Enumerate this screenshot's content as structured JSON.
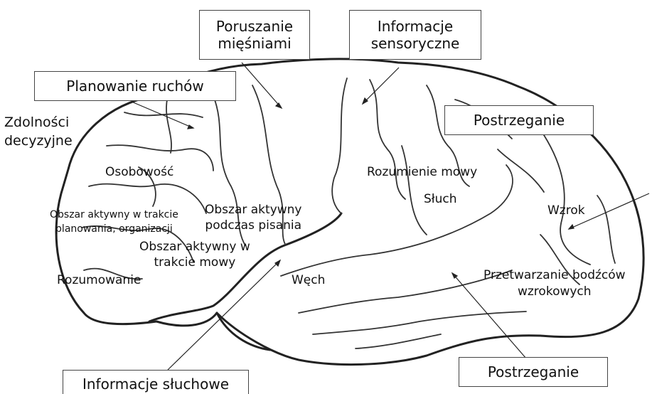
{
  "colors": {
    "background": "#ffffff",
    "outline": "#222222",
    "sulci": "#333333",
    "text": "#111111"
  },
  "boxes": {
    "poruszanie": [
      "Poruszanie",
      "mięśniami"
    ],
    "informacje_sensoryczne": [
      "Informacje",
      "sensoryczne"
    ],
    "planowanie_ruchow": "Planowanie ruchów",
    "postrzeganie_top": "Postrzeganie",
    "postrzeganie_bottom": "Postrzeganie",
    "informacje_sluchowe": "Informacje słuchowe"
  },
  "labels": {
    "zdolnosci": [
      "Zdolności",
      "decyzyjne"
    ],
    "osobowosc": "Osobowość",
    "obszar_planowania": [
      "Obszar aktywny w trakcie",
      "planowania, organizacji"
    ],
    "obszar_pisania": [
      "Obszar aktywny",
      "podczas pisania"
    ],
    "obszar_mowy": [
      "Obszar aktywny w",
      "trakcie mowy"
    ],
    "rozumowanie": "Rozumowanie",
    "wech": "Węch",
    "rozumienie_mowy": "Rozumienie mowy",
    "sluch": "Słuch",
    "wzrok": "Wzrok",
    "przetwarzanie": [
      "Przetwarzanie bodźców",
      "wzrokowych"
    ]
  }
}
